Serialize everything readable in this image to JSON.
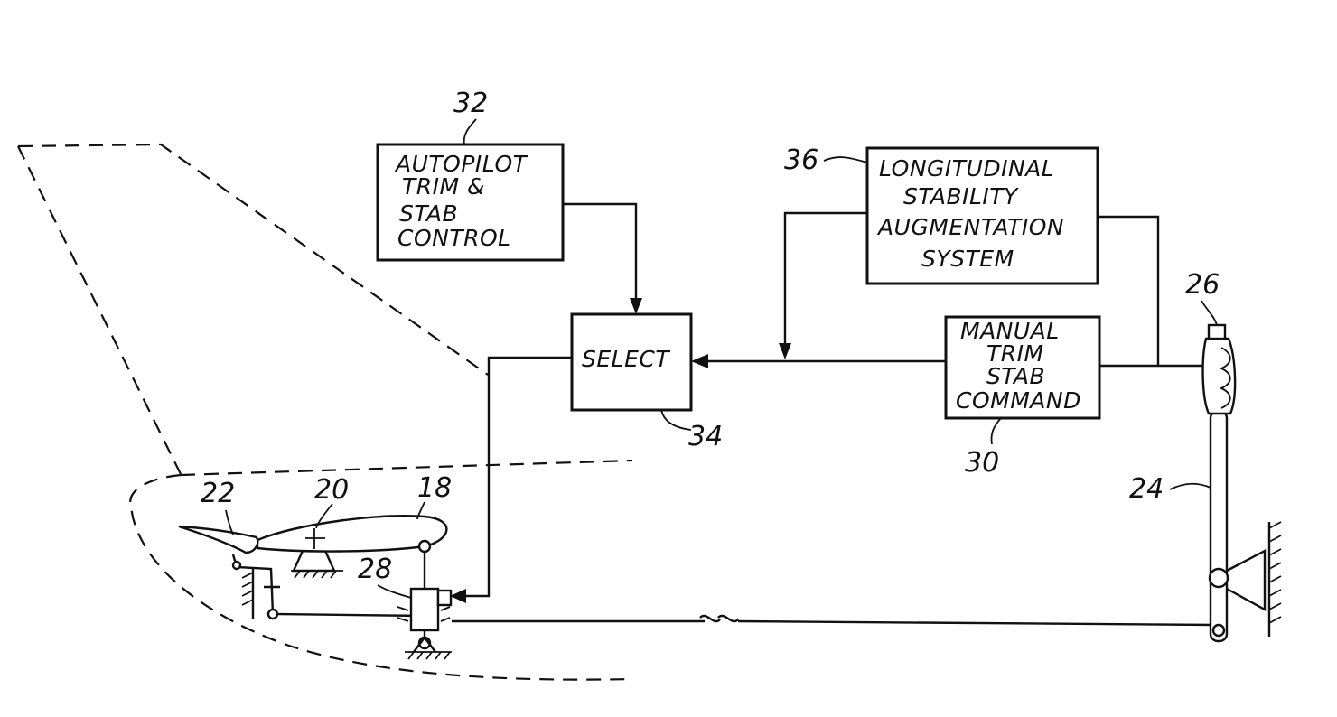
{
  "blocks": {
    "autopilot": {
      "ref": "32",
      "lines": [
        "AUTOPILOT",
        "TRIM  &",
        "STAB",
        "CONTROL"
      ]
    },
    "lsas": {
      "ref": "36",
      "lines": [
        "LONGITUDINAL",
        "STABILITY",
        "AUGMENTATION",
        "SYSTEM"
      ]
    },
    "select": {
      "ref": "34",
      "lines": [
        "SELECT"
      ]
    },
    "manual": {
      "ref": "30",
      "lines": [
        "MANUAL",
        "TRIM",
        "STAB",
        "COMMAND"
      ]
    }
  },
  "parts": {
    "stabilizer": "18",
    "pivot": "20",
    "elevator": "22",
    "control_column": "24",
    "trim_switch": "26",
    "actuator": "28"
  }
}
